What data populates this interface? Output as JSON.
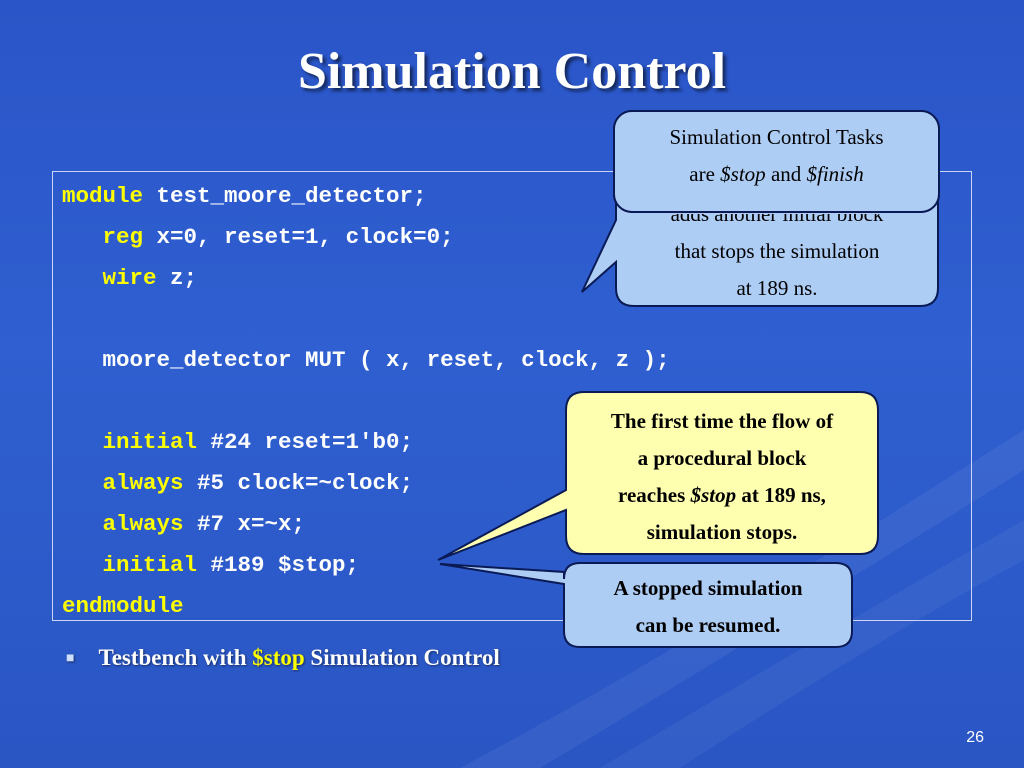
{
  "slide": {
    "title": "Simulation Control",
    "page_number": "26"
  },
  "code": {
    "line1_kw": "module",
    "line1_rest": " test_moore_detector;",
    "line2_kw": "reg",
    "line2_rest": " x=0, reset=1, clock=0;",
    "line3_kw": "wire",
    "line3_rest": " z;",
    "line5": "moore_detector MUT ( x, reset, clock, z );",
    "line7_kw": "initial",
    "line7_rest": " #24 reset=1'b0;",
    "line8_kw": "always",
    "line8_rest": " #5 clock=~clock;",
    "line9_kw": "always",
    "line9_rest": " #7 x=~x;",
    "line10_kw": "initial",
    "line10_rest": " #189 $stop;",
    "line11_kw": "endmodule"
  },
  "callouts": {
    "tasks_line1": "Simulation Control Tasks",
    "tasks_line2_pre": "are ",
    "tasks_stop": "$stop",
    "tasks_and": " and ",
    "tasks_finish": "$finish",
    "hidden_line1": "adds another initial block",
    "hidden_line2": "that stops the simulation",
    "hidden_line3": "at 189 ns.",
    "flow_line1": "The first time the flow of",
    "flow_line2": "a procedural block",
    "flow_line3_pre": "reaches ",
    "flow_stop": "$stop",
    "flow_line3_post": " at 189 ns,",
    "flow_line4": "simulation stops.",
    "resume_line1": "A stopped simulation",
    "resume_line2": "can be resumed."
  },
  "bullet": {
    "pre": "Testbench with ",
    "highlight": "$stop",
    "post": " Simulation Control"
  },
  "colors": {
    "background": "#2f5fd0",
    "keyword": "#ffff00",
    "callout_blue": "#aecdf5",
    "callout_yellow": "#ffffb0"
  }
}
